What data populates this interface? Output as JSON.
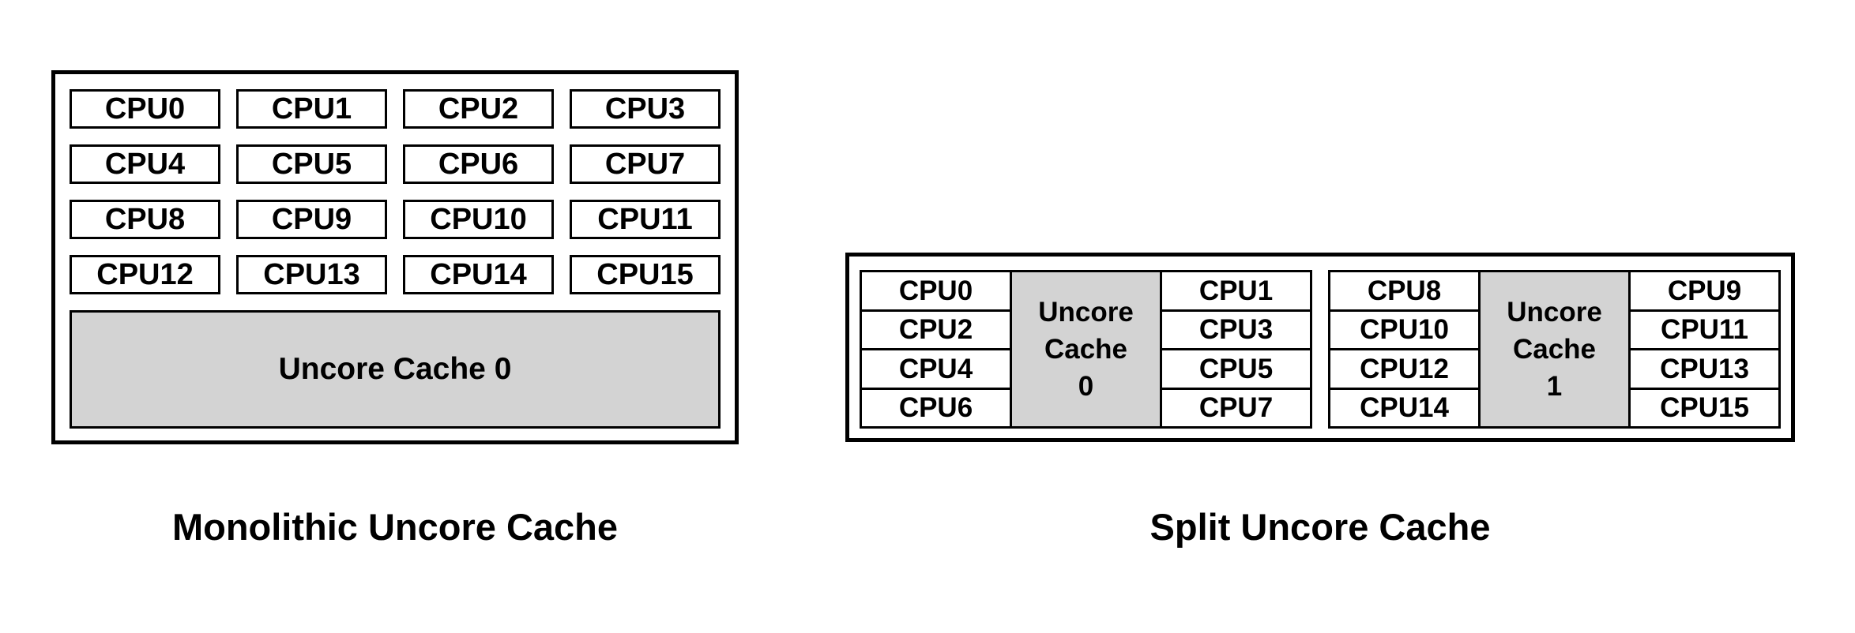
{
  "monolithic": {
    "caption": "Monolithic Uncore Cache",
    "cpus": [
      "CPU0",
      "CPU1",
      "CPU2",
      "CPU3",
      "CPU4",
      "CPU5",
      "CPU6",
      "CPU7",
      "CPU8",
      "CPU9",
      "CPU10",
      "CPU11",
      "CPU12",
      "CPU13",
      "CPU14",
      "CPU15"
    ],
    "cache_label": "Uncore Cache 0"
  },
  "split": {
    "caption": "Split Uncore Cache",
    "clusters": [
      {
        "left_cpus": [
          "CPU0",
          "CPU2",
          "CPU4",
          "CPU6"
        ],
        "cache": {
          "line1": "Uncore",
          "line2": "Cache",
          "line3": "0"
        },
        "right_cpus": [
          "CPU1",
          "CPU3",
          "CPU5",
          "CPU7"
        ]
      },
      {
        "left_cpus": [
          "CPU8",
          "CPU10",
          "CPU12",
          "CPU14"
        ],
        "cache": {
          "line1": "Uncore",
          "line2": "Cache",
          "line3": "1"
        },
        "right_cpus": [
          "CPU9",
          "CPU11",
          "CPU13",
          "CPU15"
        ]
      }
    ]
  },
  "colors": {
    "background": "#ffffff",
    "border": "#000000",
    "cache_fill": "#d3d3d3",
    "text": "#000000"
  }
}
